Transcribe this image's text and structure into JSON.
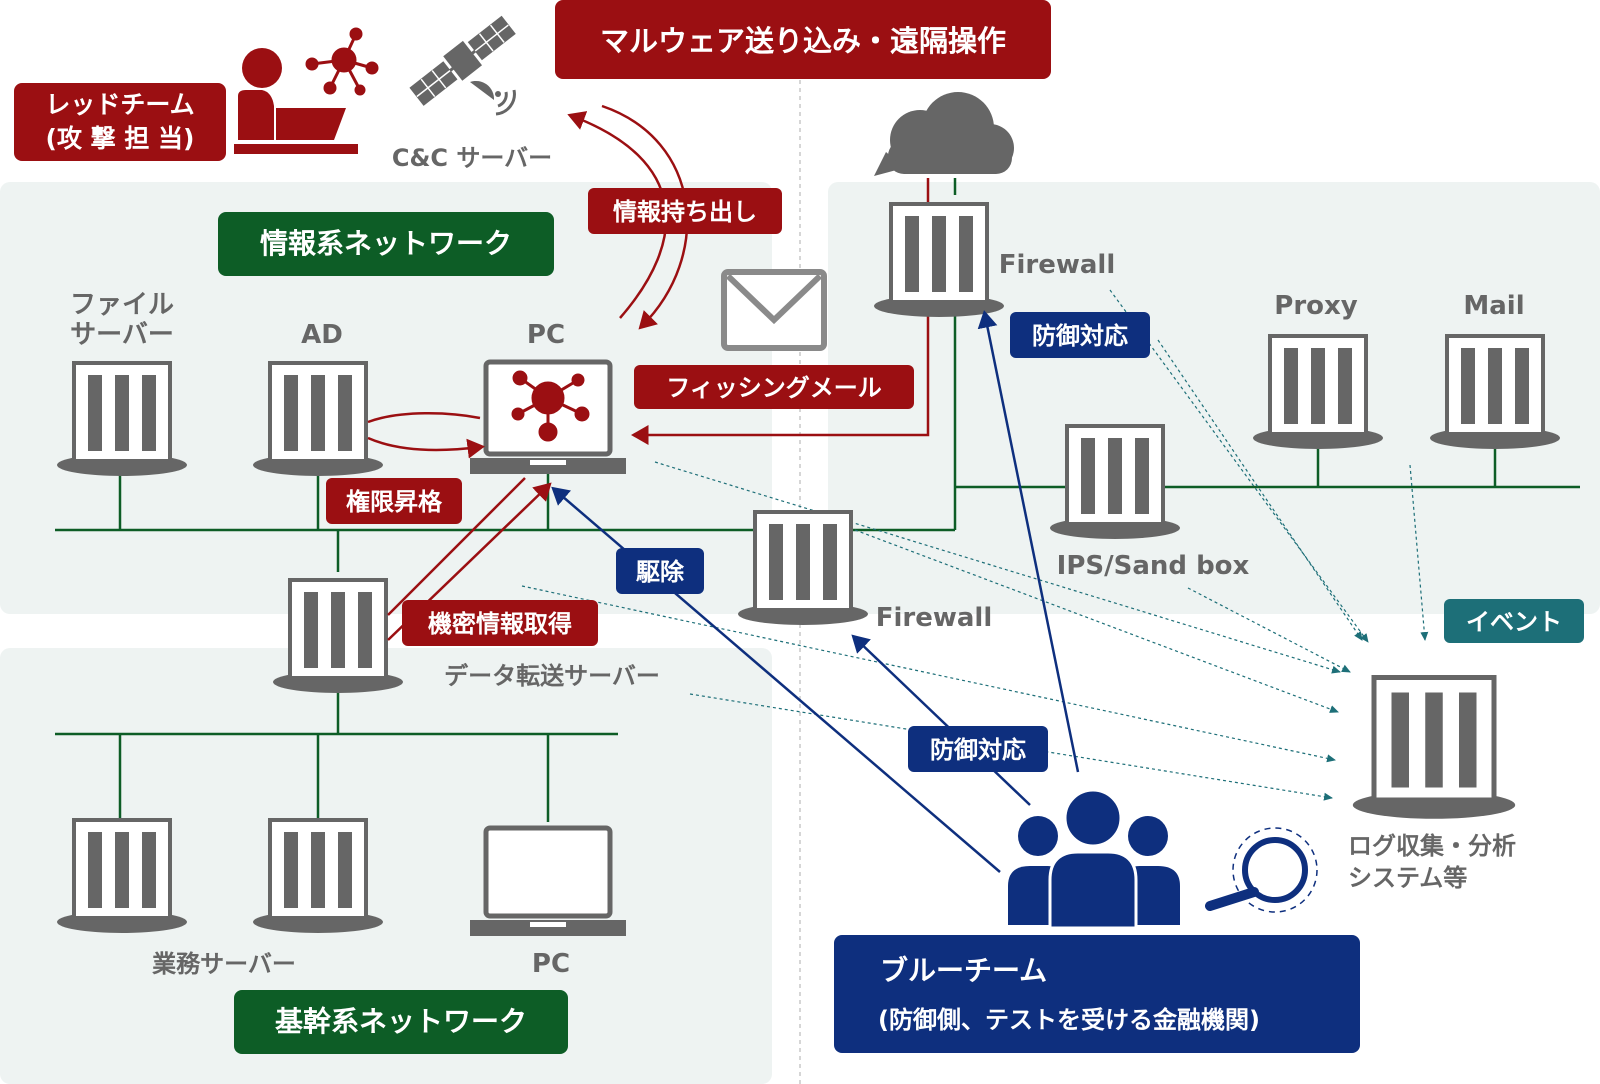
{
  "colors": {
    "red": "#9b0f12",
    "navy": "#0e2f7e",
    "green": "#0d5d26",
    "teal": "#1d6f78",
    "gray": "#666666",
    "light_panel": "#eef3f2"
  },
  "attacker": {
    "red_team_line1": "レッドチーム",
    "red_team_line2": "(攻 撃 担 当)",
    "cc_server": "C&C サーバー",
    "malware_banner": "マルウェア送り込み・遠隔操作",
    "exfiltration": "情報持ち出し",
    "phishing": "フィッシングメール",
    "privilege": "権限昇格",
    "secret_info": "機密情報取得"
  },
  "networks": {
    "info_network": "情報系ネットワーク",
    "core_network": "基幹系ネットワーク"
  },
  "nodes": {
    "file_server_line1": "ファイル",
    "file_server_line2": "サーバー",
    "ad": "AD",
    "pc_top": "PC",
    "data_transfer": "データ転送サーバー",
    "business_server": "業務サーバー",
    "pc_bottom": "PC",
    "firewall_mid": "Firewall",
    "firewall_top": "Firewall",
    "proxy": "Proxy",
    "mail": "Mail",
    "ips": "IPS/Sand box",
    "log_line1": "ログ収集・分析",
    "log_line2": "システム等",
    "event": "イベント"
  },
  "defense": {
    "removal": "駆除",
    "defense_upper": "防御対応",
    "defense_lower": "防御対応",
    "blue_team_line1": "ブルーチーム",
    "blue_team_line2": "(防御側、テストを受ける金融機関)"
  },
  "icons": [
    "attacker-person-icon",
    "virus-network-icon",
    "satellite-icon",
    "cloud-icon",
    "mail-envelope-icon",
    "server-icon",
    "laptop-icon",
    "blue-team-people-icon",
    "magnifier-icon"
  ]
}
